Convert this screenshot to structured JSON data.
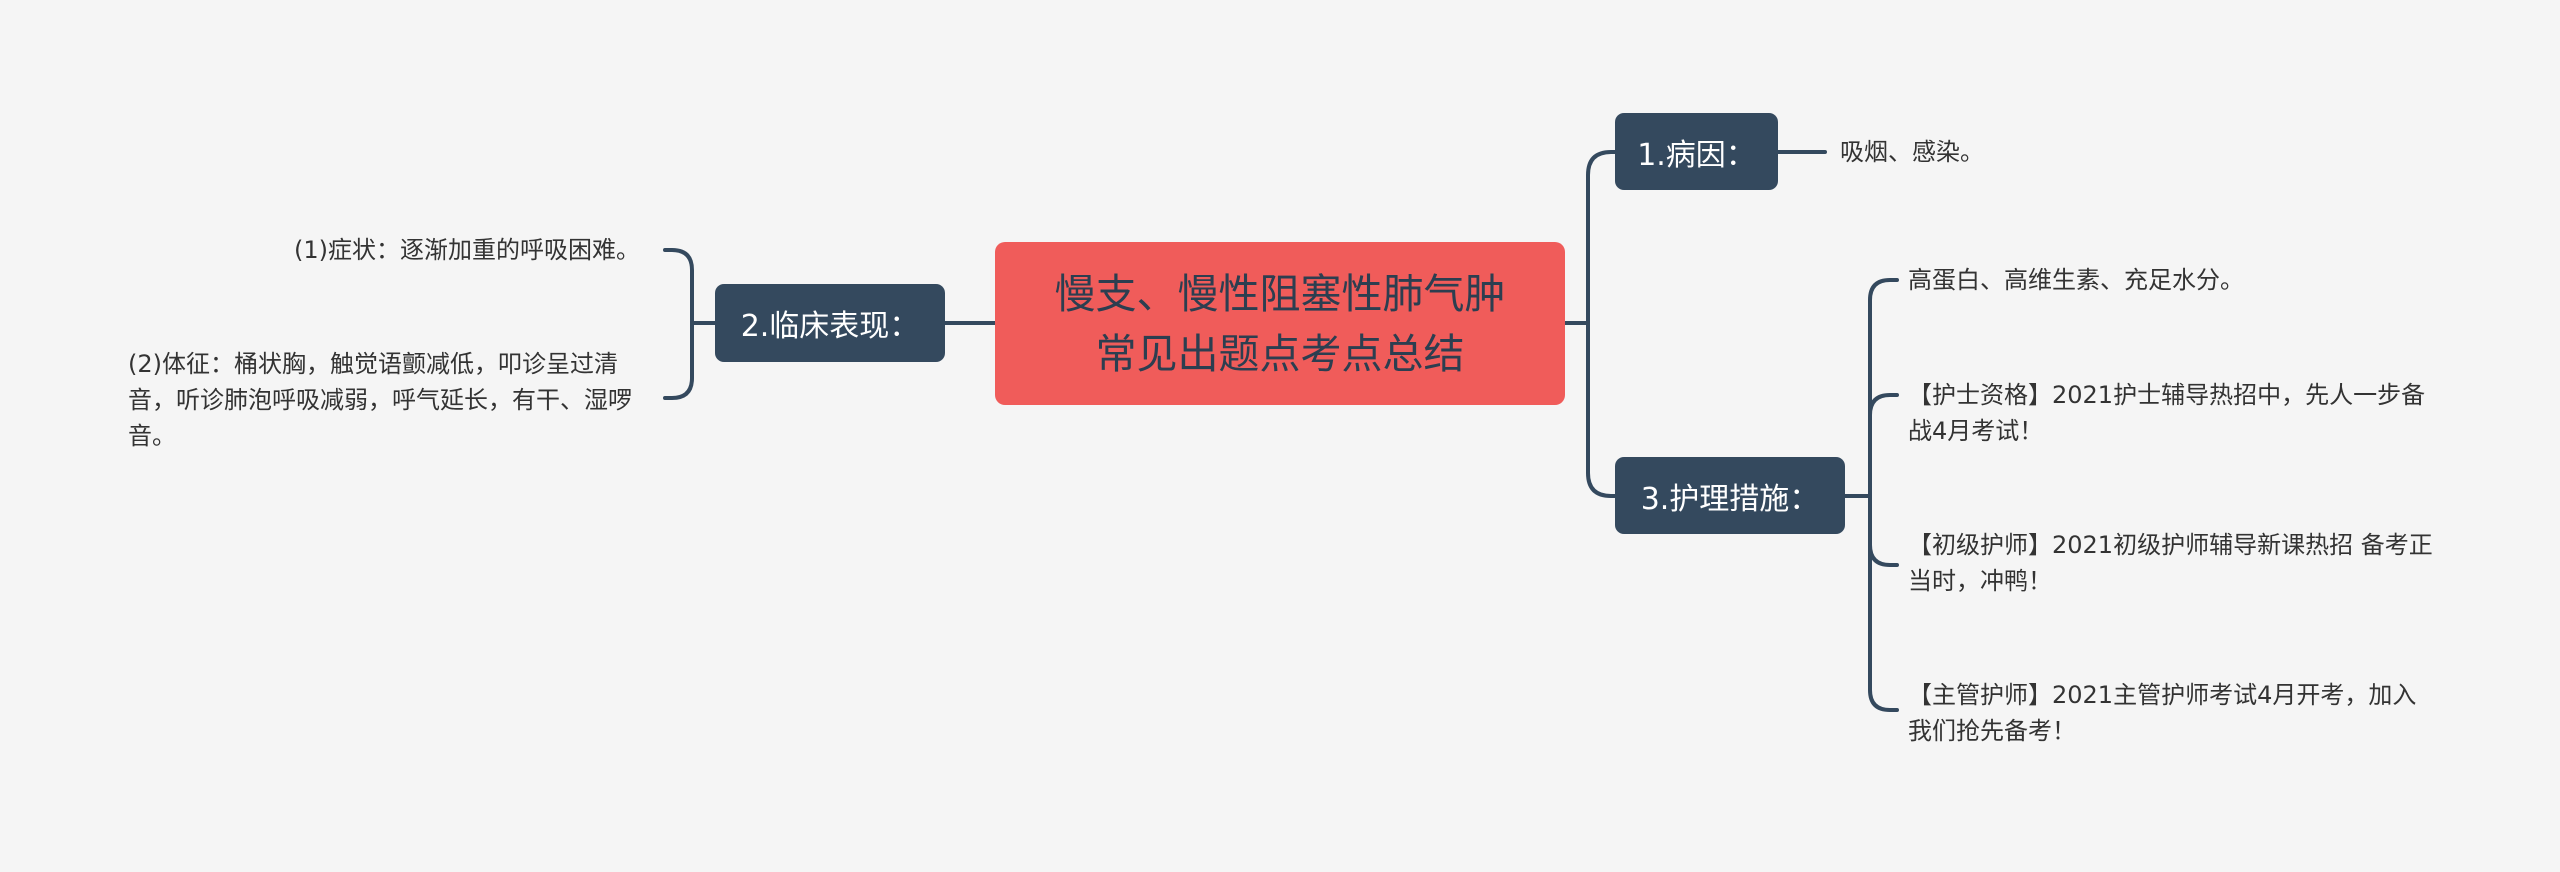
{
  "colors": {
    "background": "#f5f5f5",
    "center_fill": "#f05c5a",
    "branch_fill": "#34495e",
    "connector": "#34495e",
    "leaf_text": "#333333"
  },
  "mindmap": {
    "center": {
      "line1": "慢支、慢性阻塞性肺气肿",
      "line2": "常见出题点考点总结"
    },
    "branches": [
      {
        "label": "1.病因：",
        "leaves": [
          "吸烟、感染。"
        ]
      },
      {
        "label": "2.临床表现：",
        "leaves": [
          "(1)症状：逐渐加重的呼吸困难。",
          "(2)体征：桶状胸，触觉语颤减低，叩诊呈过清音，听诊肺泡呼吸减弱，呼气延长，有干、湿啰音。"
        ]
      },
      {
        "label": "3.护理措施：",
        "leaves": [
          "高蛋白、高维生素、充足水分。",
          "【护士资格】2021护士辅导热招中，先人一步备战4月考试！",
          "【初级护师】2021初级护师辅导新课热招 备考正当时，冲鸭！",
          "【主管护师】2021主管护师考试4月开考，加入我们抢先备考！"
        ]
      }
    ]
  }
}
